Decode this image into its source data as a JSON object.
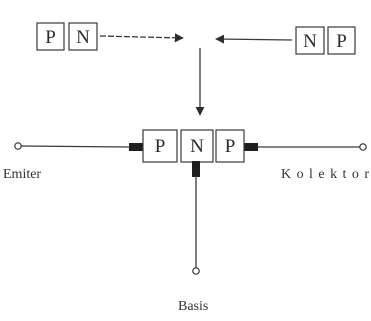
{
  "left_material": {
    "cells": [
      "P",
      "N"
    ]
  },
  "right_material": {
    "cells": [
      "N",
      "P"
    ]
  },
  "transistor": {
    "cells": [
      "P",
      "N",
      "P"
    ]
  },
  "terminals": {
    "emitter": "Emiter",
    "collector": "Kolektor",
    "base": "Basis"
  },
  "colors": {
    "line": "#3a3a3a",
    "lead": "#1e1e1e",
    "text": "#2b2b2b",
    "background": "#ffffff"
  }
}
